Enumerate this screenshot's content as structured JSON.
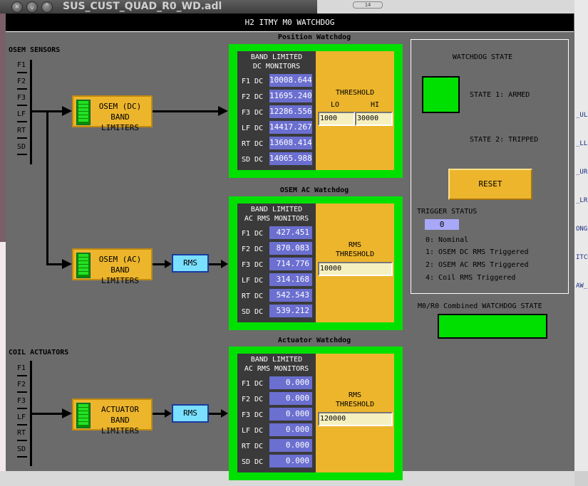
{
  "window": {
    "title": "SUS_CUST_QUAD_R0_WD.adl",
    "header": "H2 ITMY M0 WATCHDOG",
    "tab_indicator": "14"
  },
  "osem_sensors": {
    "title": "OSEM SENSORS",
    "channels": [
      "F1",
      "F2",
      "F3",
      "LF",
      "RT",
      "SD"
    ]
  },
  "coil_actuators": {
    "title": "COIL ACTUATORS",
    "channels": [
      "F1",
      "F2",
      "F3",
      "LF",
      "RT",
      "SD"
    ]
  },
  "blocks": {
    "osem_dc": {
      "line1": "OSEM (DC)",
      "line2": "BAND LIMITERS"
    },
    "osem_ac": {
      "line1": "OSEM (AC)",
      "line2": "BAND LIMITERS"
    },
    "actuator": {
      "line1": "ACTUATOR",
      "line2": "BAND LIMITERS"
    },
    "rms_label": "RMS"
  },
  "position_watchdog": {
    "title": "Position Watchdog",
    "head1": "BAND LIMITED",
    "head2": "DC MONITORS",
    "rows": [
      {
        "label": "F1 DC",
        "value": "10008.644"
      },
      {
        "label": "F2 DC",
        "value": "11695.240"
      },
      {
        "label": "F3 DC",
        "value": "12286.556"
      },
      {
        "label": "LF DC",
        "value": "14417.267"
      },
      {
        "label": "RT DC",
        "value": "13608.414"
      },
      {
        "label": "SD DC",
        "value": "14065.988"
      }
    ],
    "threshold_label": "THRESHOLD",
    "lo_label": "LO",
    "hi_label": "HI",
    "lo_value": "1000",
    "hi_value": "30000"
  },
  "osem_ac_watchdog": {
    "title": "OSEM AC Watchdog",
    "head1": "BAND LIMITED",
    "head2": "AC RMS MONITORS",
    "rows": [
      {
        "label": "F1 DC",
        "value": "427.451"
      },
      {
        "label": "F2 DC",
        "value": "870.083"
      },
      {
        "label": "F3 DC",
        "value": "714.776"
      },
      {
        "label": "LF DC",
        "value": "314.168"
      },
      {
        "label": "RT DC",
        "value": "542.543"
      },
      {
        "label": "SD DC",
        "value": "539.212"
      }
    ],
    "threshold_line1": "RMS",
    "threshold_line2": "THRESHOLD",
    "threshold_value": "10000"
  },
  "actuator_watchdog": {
    "title": "Actuator Watchdog",
    "head1": "BAND LIMITED",
    "head2": "AC RMS MONITORS",
    "rows": [
      {
        "label": "F1 DC",
        "value": "0.000"
      },
      {
        "label": "F2 DC",
        "value": "0.000"
      },
      {
        "label": "F3 DC",
        "value": "0.000"
      },
      {
        "label": "LF DC",
        "value": "0.000"
      },
      {
        "label": "RT DC",
        "value": "0.000"
      },
      {
        "label": "SD DC",
        "value": "0.000"
      }
    ],
    "threshold_line1": "RMS",
    "threshold_line2": "THRESHOLD",
    "threshold_value": "120000"
  },
  "state_panel": {
    "title": "WATCHDOG STATE",
    "state1": "STATE 1: ARMED",
    "state2": "STATE 2: TRIPPED",
    "state1_color": "#00e000",
    "reset_label": "RESET",
    "trigger_title": "TRIGGER STATUS",
    "trigger_value": "0",
    "legend": [
      "0: Nominal",
      "1: OSEM DC RMS Triggered",
      "2: OSEM AC RMS Triggered",
      "4: Coil RMS Triggered"
    ]
  },
  "combined": {
    "label": "M0/R0 Combined WATCHDOG STATE",
    "color": "#00e000"
  },
  "side_labels": [
    "_UL",
    "_LL",
    "_UR",
    "_LR",
    "ONG",
    "ITCH",
    "AW_"
  ],
  "colors": {
    "ok_green": "#00e000",
    "block_orange": "#ecb52c",
    "value_blue": "#6b6fd0",
    "rms_cyan": "#7ae0ff"
  }
}
